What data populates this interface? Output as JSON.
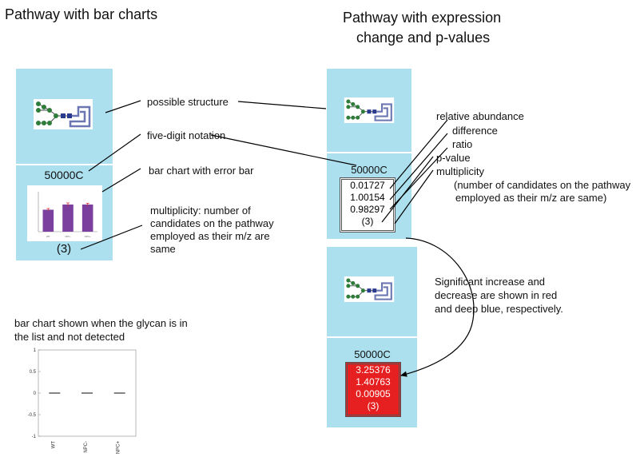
{
  "left": {
    "title": "Pathway with bar charts",
    "glycan_code": "50000C",
    "multiplicity": "(3)"
  },
  "right": {
    "title_line1": "Pathway with expression",
    "title_line2": "change and p-values",
    "top_node": {
      "glycan_code": "50000C",
      "values": [
        "0.01727",
        "1.00154",
        "0.98297",
        "(3)"
      ]
    },
    "bottom_node": {
      "glycan_code": "50000C",
      "values": [
        "3.25376",
        "1.40763",
        "0.00905",
        "(3)"
      ]
    }
  },
  "annotations": {
    "possible_structure": "possible structure",
    "five_digit": "five-digit notation",
    "bar_chart_error": "bar chart with error bar",
    "multiplicity_line1": "multiplicity: number of",
    "multiplicity_line2": "candidates on the pathway",
    "multiplicity_line3": "employed as their m/z are",
    "multiplicity_line4": "same",
    "relative_abundance": "relative abundance",
    "difference": "difference",
    "ratio": "ratio",
    "pvalue": "p-value",
    "multiplicity": "multiplicity",
    "number_of_candidates_line1": "(number of candidates on the pathway",
    "number_of_candidates_line2": "employed as their m/z are same)",
    "significant_line1": "Significant increase and",
    "significant_line2": "decrease are shown in red",
    "significant_line3": "and deep blue, respectively.",
    "not_detected_line1": "bar chart shown when the glycan is in",
    "not_detected_line2": "the list and not detected"
  },
  "colors": {
    "panel": "#ace0ef",
    "bar": "#7b3f9e",
    "increase": "#e62020",
    "glycan_green": "#2f7d3a",
    "glycan_blue": "#2a3a8f"
  },
  "chart_data": [
    {
      "type": "bar",
      "categories": [
        "WT",
        "NPC-",
        "NPC+"
      ],
      "values": [
        0.55,
        0.68,
        0.68
      ],
      "errors": [
        0.03,
        0.04,
        0.03
      ],
      "ylim": [
        0,
        1
      ],
      "title": "",
      "xlabel": "",
      "ylabel": ""
    },
    {
      "type": "bar",
      "categories": [
        "WT",
        "NPC-",
        "NPC+"
      ],
      "values": [
        0,
        0,
        0
      ],
      "yticks": [
        "1",
        "0.5",
        "0",
        "-0.5",
        "-1"
      ],
      "ylim": [
        -1,
        1
      ],
      "title": "",
      "xlabel": "",
      "ylabel": ""
    }
  ]
}
